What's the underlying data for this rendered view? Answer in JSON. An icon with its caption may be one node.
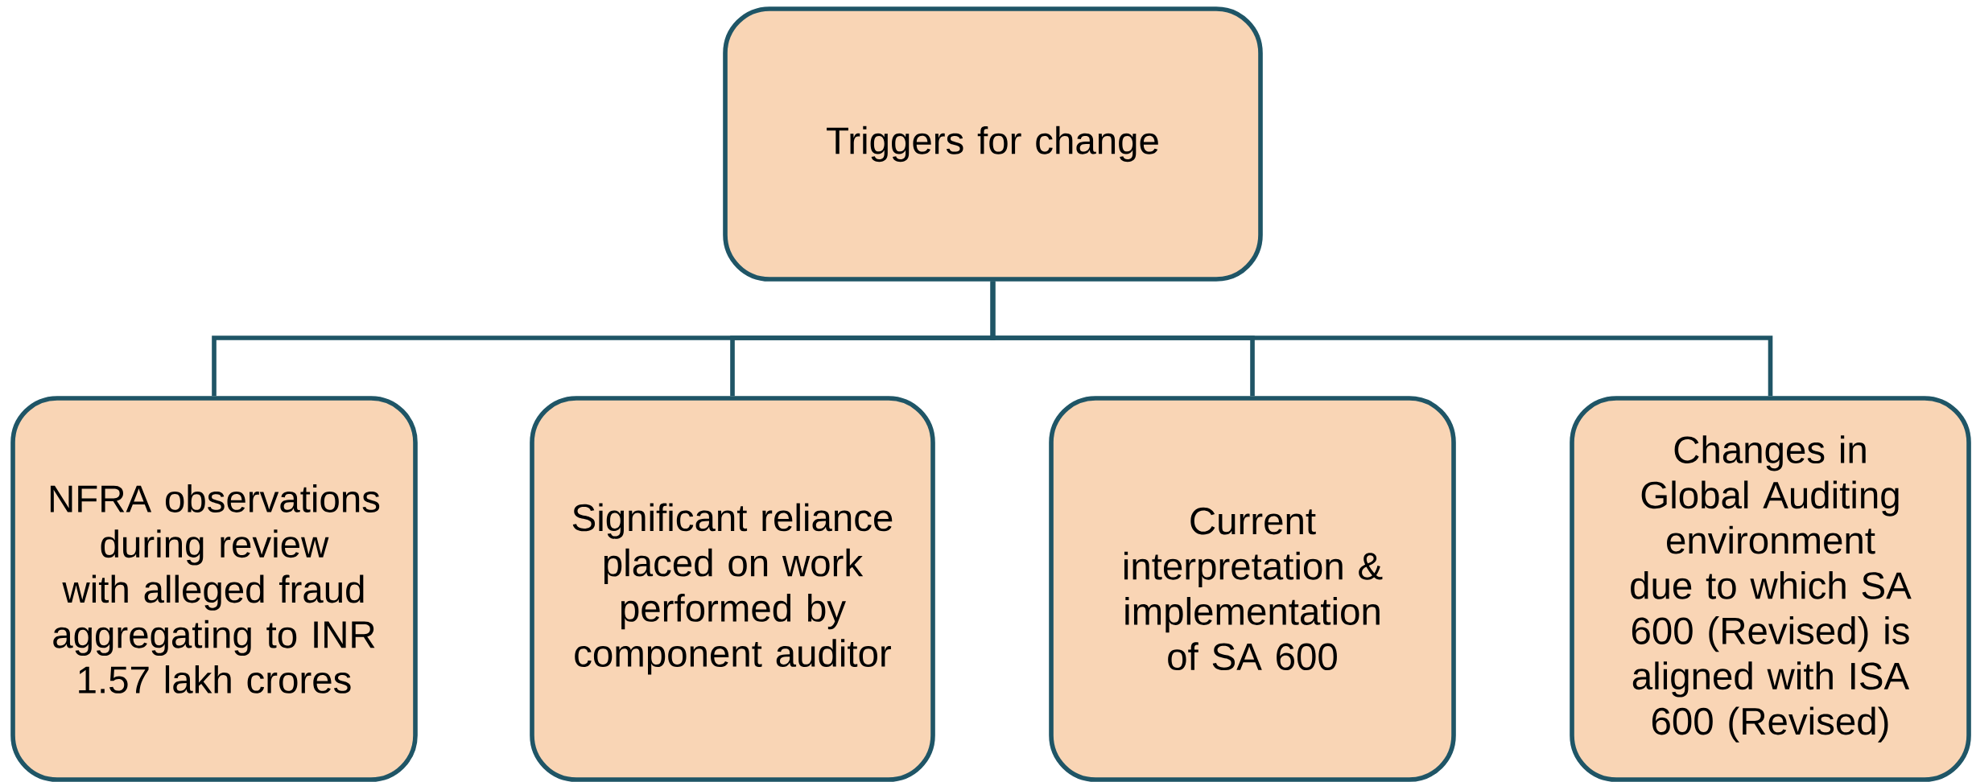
{
  "diagram": {
    "nodes": [
      {
        "text": [
          "Triggers for change"
        ]
      },
      {
        "text": [
          "NFRA observations during review with alleged fraud aggregating to INR 1.57 lakh crores"
        ]
      },
      {
        "text": [
          "Significant reliance placed on work performed by component auditor"
        ]
      },
      {
        "text": [
          "Current interpretation & implementation of SA 600"
        ]
      },
      {
        "text": [
          "Changes in Global Auditing environment due to which SA 600 (Revised) is aligned with ISA 600 (Revised)"
        ]
      }
    ],
    "edges": [
      {
        "from": 0,
        "to": 1,
        "arrow": "none"
      },
      {
        "from": 0,
        "to": 2,
        "arrow": "none"
      },
      {
        "from": 0,
        "to": 3,
        "arrow": "none"
      },
      {
        "from": 0,
        "to": 4,
        "arrow": "none"
      }
    ]
  }
}
